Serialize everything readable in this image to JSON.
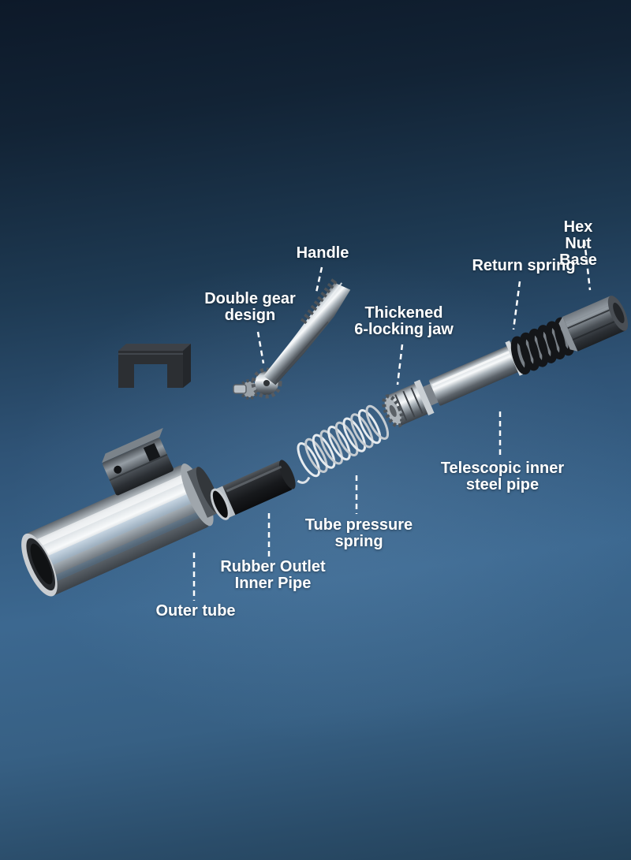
{
  "figure": {
    "kind": "exploded-parts-diagram",
    "subject": "Grease gun coupler exploded view with labeled components"
  },
  "labels": {
    "hex_nut_base": "Hex Nut Base",
    "return_spring": "Return spring",
    "handle": "Handle",
    "double_gear_design": "Double gear\ndesign",
    "thickened_locking_jaw": "Thickened\n6-locking jaw",
    "telescopic_inner_steel_pipe": "Telescopic inner\nsteel pipe",
    "tube_pressure_spring": "Tube pressure\nspring",
    "rubber_outlet_inner_pipe": "Rubber Outlet\nInner Pipe",
    "outer_tube": "Outer tube"
  },
  "parts": [
    {
      "name": "rubber-cap-graphic"
    },
    {
      "name": "handle-lever-graphic"
    },
    {
      "name": "double-gear-graphic"
    },
    {
      "name": "locking-jaw-graphic"
    },
    {
      "name": "tube-pressure-spring-graphic"
    },
    {
      "name": "telescopic-pipe-graphic"
    },
    {
      "name": "return-spring-graphic"
    },
    {
      "name": "hex-nut-graphic"
    },
    {
      "name": "rubber-outlet-pipe-graphic"
    },
    {
      "name": "outer-tube-graphic"
    }
  ],
  "colors": {
    "background_top": "#0d1929",
    "background_middle": "#3c6890",
    "background_bottom": "#234159",
    "label_text": "#ffffff",
    "leader_line": "#ffffff",
    "metal_bright": "#f8fafb",
    "metal_dark": "#3c4248",
    "rubber_black": "#17191c"
  }
}
